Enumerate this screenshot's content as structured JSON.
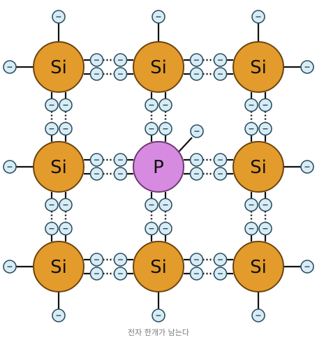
{
  "atoms": [
    {
      "id": "si-r0c0",
      "label": "Si",
      "kind": "si",
      "row": 0,
      "col": 0
    },
    {
      "id": "si-r0c1",
      "label": "Si",
      "kind": "si",
      "row": 0,
      "col": 1
    },
    {
      "id": "si-r0c2",
      "label": "Si",
      "kind": "si",
      "row": 0,
      "col": 2
    },
    {
      "id": "si-r1c0",
      "label": "Si",
      "kind": "si",
      "row": 1,
      "col": 0
    },
    {
      "id": "p-r1c1",
      "label": "P",
      "kind": "p",
      "row": 1,
      "col": 1
    },
    {
      "id": "si-r1c2",
      "label": "Si",
      "kind": "si",
      "row": 1,
      "col": 2
    },
    {
      "id": "si-r2c0",
      "label": "Si",
      "kind": "si",
      "row": 2,
      "col": 0
    },
    {
      "id": "si-r2c1",
      "label": "Si",
      "kind": "si",
      "row": 2,
      "col": 1
    },
    {
      "id": "si-r2c2",
      "label": "Si",
      "kind": "si",
      "row": 2,
      "col": 2
    }
  ],
  "electron_symbol": "−",
  "colors": {
    "si_fill": "#e39b2c",
    "si_stroke": "#6b4410",
    "p_fill": "#d68be0",
    "p_stroke": "#6b3a72",
    "electron_fill": "#d8ecf6",
    "electron_stroke": "#2b4f61",
    "bond": "#111111"
  },
  "caption": "전자 한개가 남는다"
}
